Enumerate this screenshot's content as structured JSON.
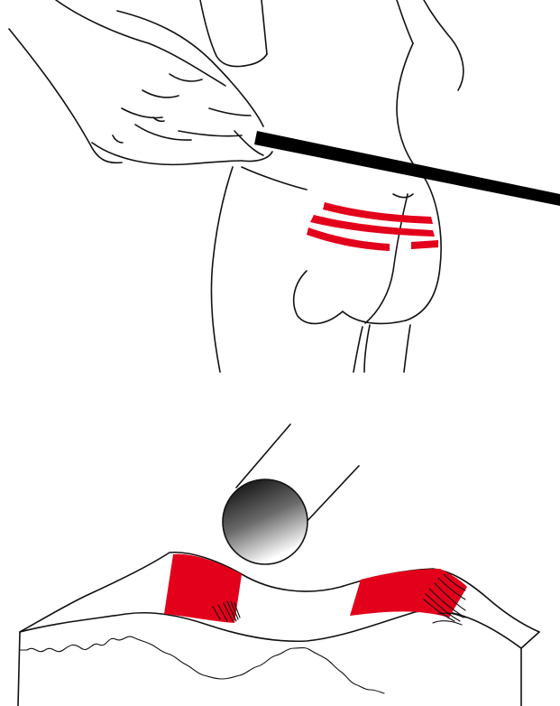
{
  "figure": {
    "description_panels": [
      "upper-panel",
      "lower-panel"
    ],
    "colors": {
      "ink": "#111111",
      "welt": "#e3001b",
      "rod": "#000000",
      "background": "#ffffff"
    },
    "upper_panel": {
      "welt_count": 2,
      "elements": [
        "hand-holding-rod",
        "rod",
        "buttocks-outline",
        "tramline-welts"
      ]
    },
    "lower_panel": {
      "elements": [
        "rod-cross-section",
        "skin-surface",
        "bruise-zones",
        "hemorrhage-marks"
      ],
      "bruise_zone_count": 2
    }
  }
}
